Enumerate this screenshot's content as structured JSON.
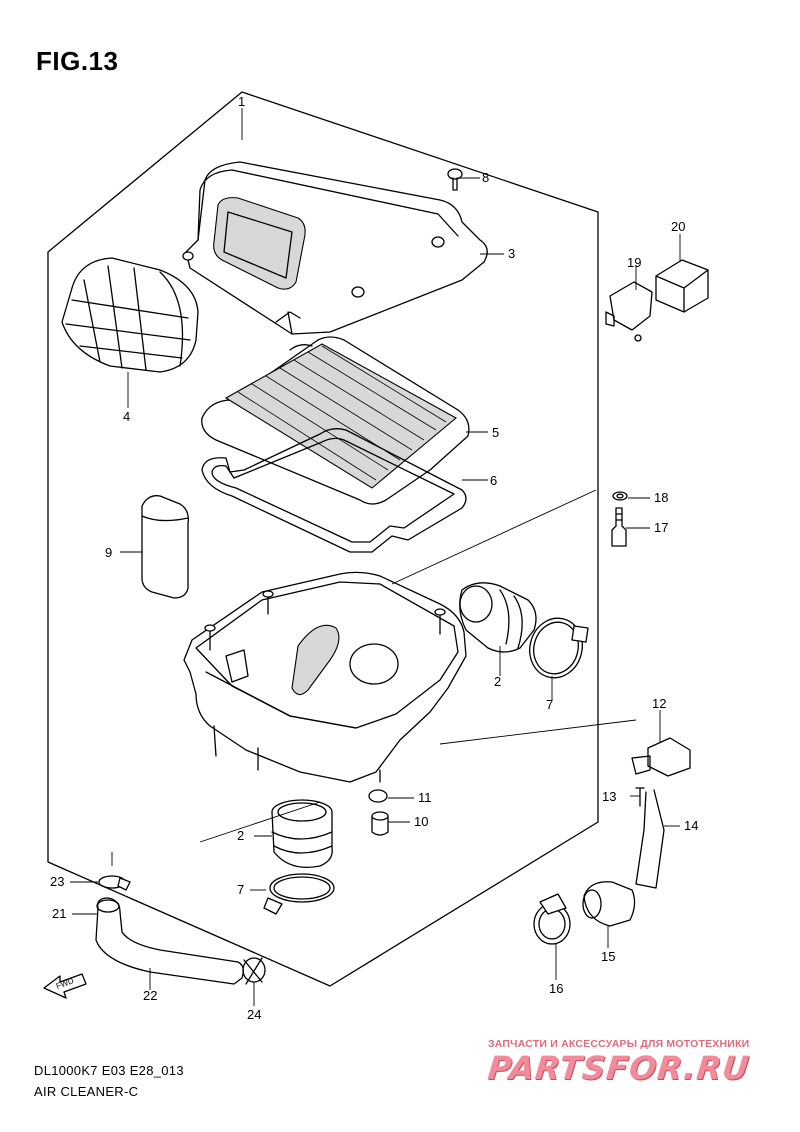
{
  "figure": {
    "title": "FIG.13"
  },
  "callouts": [
    {
      "id": "c1",
      "label": "1"
    },
    {
      "id": "c2a",
      "label": "2"
    },
    {
      "id": "c2b",
      "label": "2"
    },
    {
      "id": "c3",
      "label": "3"
    },
    {
      "id": "c4",
      "label": "4"
    },
    {
      "id": "c5",
      "label": "5"
    },
    {
      "id": "c6",
      "label": "6"
    },
    {
      "id": "c7a",
      "label": "7"
    },
    {
      "id": "c7b",
      "label": "7"
    },
    {
      "id": "c8",
      "label": "8"
    },
    {
      "id": "c9",
      "label": "9"
    },
    {
      "id": "c10",
      "label": "10"
    },
    {
      "id": "c11",
      "label": "11"
    },
    {
      "id": "c12",
      "label": "12"
    },
    {
      "id": "c13",
      "label": "13"
    },
    {
      "id": "c14",
      "label": "14"
    },
    {
      "id": "c15",
      "label": "15"
    },
    {
      "id": "c16",
      "label": "16"
    },
    {
      "id": "c17",
      "label": "17"
    },
    {
      "id": "c18",
      "label": "18"
    },
    {
      "id": "c19",
      "label": "19"
    },
    {
      "id": "c20",
      "label": "20"
    },
    {
      "id": "c21",
      "label": "21"
    },
    {
      "id": "c22",
      "label": "22"
    },
    {
      "id": "c23",
      "label": "23"
    },
    {
      "id": "c24",
      "label": "24"
    }
  ],
  "fwd_label": "FWD",
  "footer": {
    "code": "DL1000K7 E03 E28_013",
    "name": "AIR CLEANER-C"
  },
  "watermark": {
    "tagline": "ЗАПЧАСТИ И АКСЕССУАРЫ ДЛЯ МОТОТЕХНИКИ",
    "logo": "PARTSFOR.RU",
    "color": "#f28b99"
  }
}
